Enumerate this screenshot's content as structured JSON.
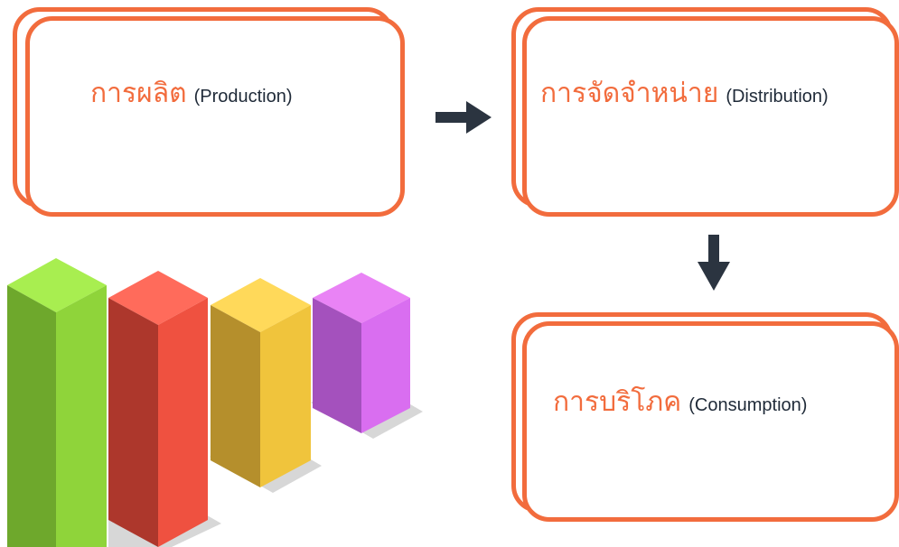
{
  "nodes": [
    {
      "id": "production",
      "thai": "การผลิต",
      "english": "(Production)"
    },
    {
      "id": "distribution",
      "thai": "การจัดจำหน่าย",
      "english": "(Distribution)"
    },
    {
      "id": "consumption",
      "thai": "การบริโภค",
      "english": "(Consumption)"
    }
  ],
  "edges": [
    {
      "from": "production",
      "to": "distribution",
      "direction": "right"
    },
    {
      "from": "distribution",
      "to": "consumption",
      "direction": "down"
    }
  ],
  "colors": {
    "box_border": "#f26c3d",
    "thai_text": "#f26c3d",
    "english_text": "#1f2a38",
    "arrow": "#2b3440"
  },
  "illustration": {
    "icon": "bar-chart-3d-icon",
    "bar_colors": [
      "#8fd43a",
      "#ef5140",
      "#f0c43c",
      "#d96ef0"
    ]
  }
}
